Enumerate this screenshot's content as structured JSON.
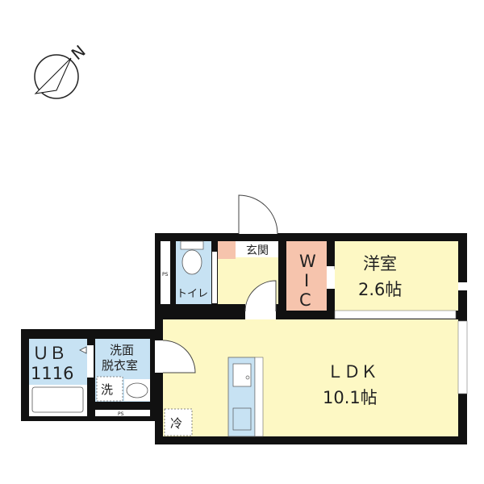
{
  "compass": {
    "north_label": "N",
    "icon": "compass-north-icon"
  },
  "rooms": {
    "entrance": "玄関",
    "toilet": "トイレ",
    "wic_line1": "W",
    "wic_line2": "I",
    "wic_line3": "C",
    "western_room": {
      "name": "洋室",
      "size": "2.6帖"
    },
    "ldk": {
      "name": "ＬＤＫ",
      "size": "10.1帖"
    },
    "unit_bath": {
      "name": "ＵＢ",
      "size": "1116"
    },
    "washroom_line1": "洗面",
    "washroom_line2": "脱衣室",
    "washer": "洗",
    "fridge": "冷",
    "ps_top": "PS",
    "ps_bottom": "PS"
  },
  "colors": {
    "wall": "#111111",
    "room_yellow": "#fdf8c4",
    "wet_blue": "#c7e2f3",
    "storage_salmon": "#f6c4ad"
  }
}
